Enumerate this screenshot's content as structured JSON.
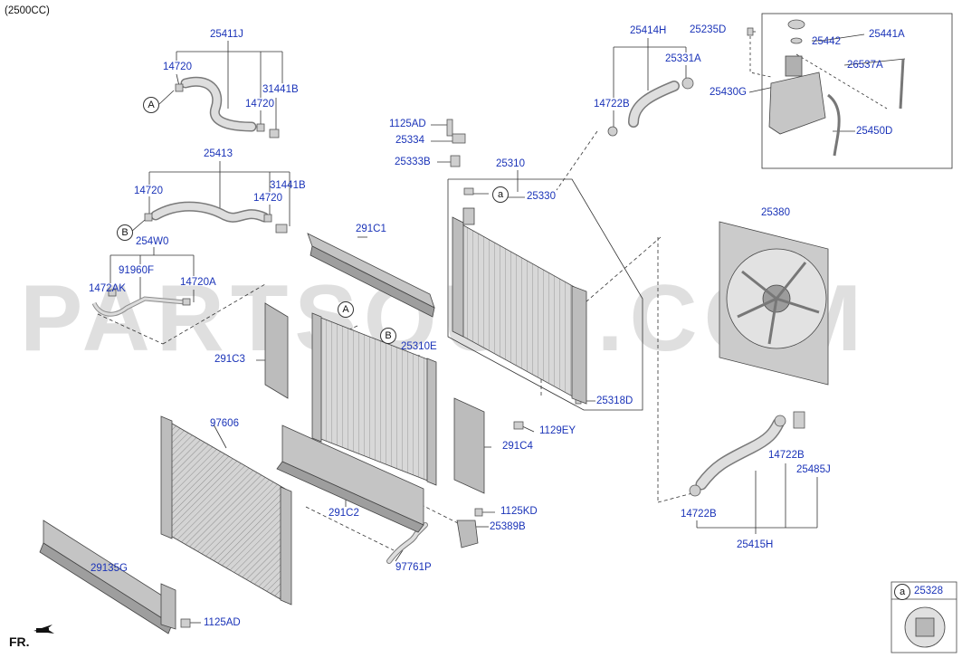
{
  "variant": "(2500CC)",
  "front_label": "FR.",
  "watermark": "PARTSOUQ.COM",
  "callouts": {
    "a": "a",
    "b": "B",
    "A": "A"
  },
  "colors": {
    "part_label": "#1a33b8",
    "line": "#333333",
    "part_fill": "#cfcfcf"
  },
  "parts": {
    "p25411J": "25411J",
    "p14720_1": "14720",
    "p31441B_1": "31441B",
    "p14720_2": "14720",
    "p25413": "25413",
    "p14720_3": "14720",
    "p31441B_2": "31441B",
    "p14720_4": "14720",
    "p254W0": "254W0",
    "p91960F": "91960F",
    "p1472AK": "1472AK",
    "p14720A": "14720A",
    "p291C1": "291C1",
    "p291C3": "291C3",
    "p25310E": "25310E",
    "p97606": "97606",
    "p291C2": "291C2",
    "p29135G": "29135G",
    "p1125AD_1": "1125AD",
    "p1125AD_2": "1125AD",
    "p25334": "25334",
    "p25333B": "25333B",
    "p25310": "25310",
    "p25330": "25330",
    "p25318D": "25318D",
    "p1129EY": "1129EY",
    "p291C4": "291C4",
    "p1125KD": "1125KD",
    "p25389B": "25389B",
    "p97761P": "97761P",
    "p25414H": "25414H",
    "p25331A": "25331A",
    "p14722B_1": "14722B",
    "p25235D": "25235D",
    "p25442": "25442",
    "p25441A": "25441A",
    "p26537A": "26537A",
    "p25430G": "25430G",
    "p25450D": "25450D",
    "p25380": "25380",
    "p14722B_2": "14722B",
    "p25485J": "25485J",
    "p14722B_3": "14722B",
    "p25415H": "25415H",
    "p25328": "25328"
  }
}
